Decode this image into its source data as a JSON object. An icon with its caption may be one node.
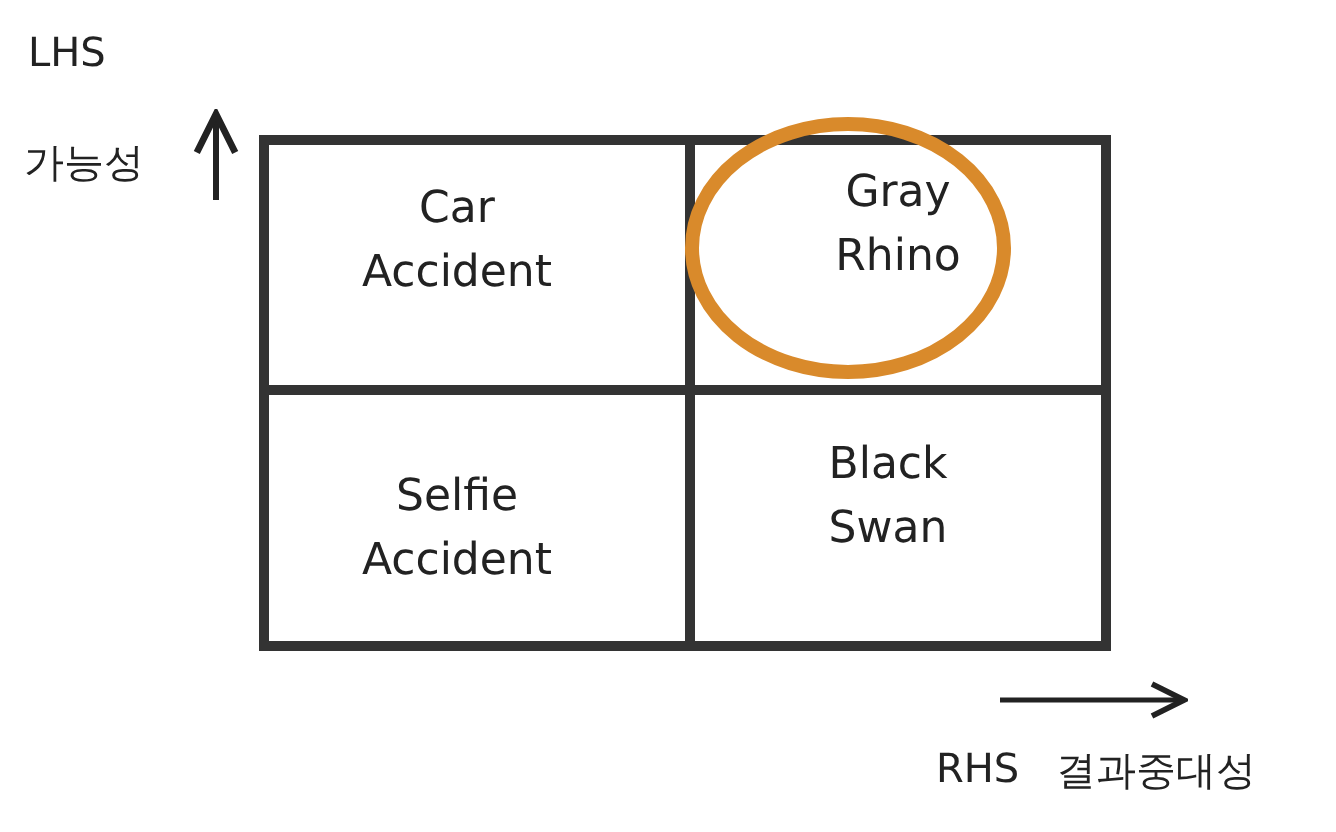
{
  "diagram": {
    "nodes": [
      {
        "text": [
          "Car Accident"
        ]
      },
      {
        "text": [
          "Gray Rhino"
        ]
      },
      {
        "text": [
          "Selfie Accident"
        ]
      },
      {
        "text": [
          "Black Swan"
        ]
      }
    ],
    "labels": [
      "LHS",
      "가능성",
      "RHS",
      "결과중대성"
    ]
  }
}
